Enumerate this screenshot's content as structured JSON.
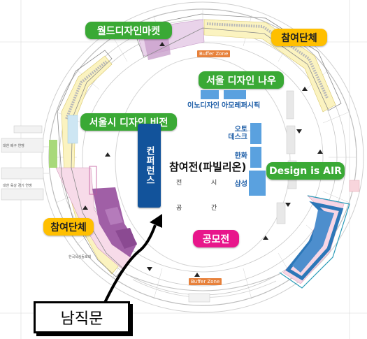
{
  "zones": {
    "world_design_market": "월드디자인마켓",
    "participants_top_right": "참여단체",
    "seoul_design_nau": "서울 디자인 나우",
    "seoul_design_vision": "서울시 디자인 비전",
    "participants_left": "참여단체",
    "design_is_air": "Design is AIR",
    "competition": "공모전",
    "pavilion": "참여전(파빌리온)",
    "conference": "컨퍼런스"
  },
  "exhibitors": {
    "innodesign": "이노디자인",
    "amorepacific": "아모레퍼시픽",
    "auto_desk": "오토\n데스크",
    "hanwha": "한화",
    "samsung": "삼성"
  },
  "buffer_zone_label": "Buffer Zone",
  "callout_label": "남직문",
  "colors": {
    "green_label": "#3aa935",
    "orange_label": "#ffbf00",
    "pink_label": "#e8168b",
    "conference_blue": "#12539b",
    "exhibitor_blue": "#5aa1df"
  }
}
